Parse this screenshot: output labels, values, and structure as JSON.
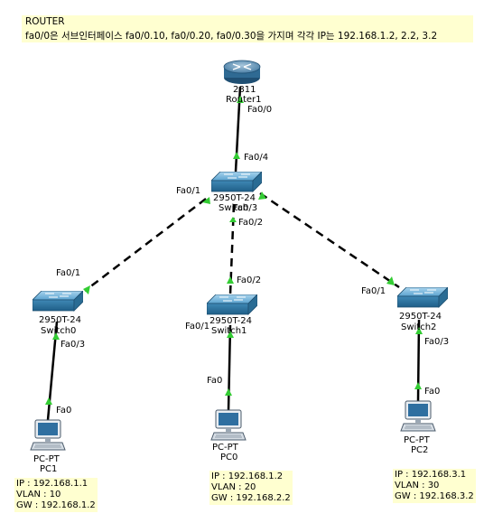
{
  "note": {
    "line1": "ROUTER",
    "line2": "fa0/0은 서브인터페이스 fa0/0.10, fa0/0.20, fa0/0.30을 가지며 각각 IP는 192.168.1.2, 2.2, 3.2"
  },
  "devices": {
    "router": {
      "model": "2811",
      "name": "Router1"
    },
    "switch_center": {
      "model": "2950T-24",
      "name": "Switch"
    },
    "switch0": {
      "model": "2950T-24",
      "name": "Switch0"
    },
    "switch1": {
      "model": "2950T-24",
      "name": "Switch1"
    },
    "switch2": {
      "model": "2950T-24",
      "name": "Switch2"
    },
    "pc1": {
      "model": "PC-PT",
      "name": "PC1"
    },
    "pc0": {
      "model": "PC-PT",
      "name": "PC0"
    },
    "pc2": {
      "model": "PC-PT",
      "name": "PC2"
    }
  },
  "ports": {
    "router_fa00": "Fa0/0",
    "sw_fa04": "Fa0/4",
    "sw_fa01": "Fa0/1",
    "sw_fa03": "Fa0/3",
    "sw_fa02": "Fa0/2",
    "sw0_fa01": "Fa0/1",
    "sw0_fa03": "Fa0/3",
    "sw1_fa02": "Fa0/2",
    "sw1_fa01": "Fa0/1",
    "sw2_fa01": "Fa0/1",
    "sw2_fa03": "Fa0/3",
    "pc1_fa0": "Fa0",
    "pc0_fa0": "Fa0",
    "pc2_fa0": "Fa0"
  },
  "info": {
    "pc1": {
      "ip": "IP : 192.168.1.1",
      "vlan": "VLAN : 10",
      "gw": "GW : 192.168.1.2"
    },
    "pc0": {
      "ip": "IP : 192.168.1.2",
      "vlan": "VLAN : 20",
      "gw": "GW : 192.168.2.2"
    },
    "pc2": {
      "ip": "IP : 192.168.3.1",
      "vlan": "VLAN : 30",
      "gw": "GW : 192.168.3.2"
    }
  },
  "colors": {
    "note_bg": "#ffffd0",
    "link_solid": "#000000",
    "link_trunk": "#000000",
    "port_up": "#33cc33",
    "router": "#4a7fa6",
    "switch": "#3f88b5"
  }
}
